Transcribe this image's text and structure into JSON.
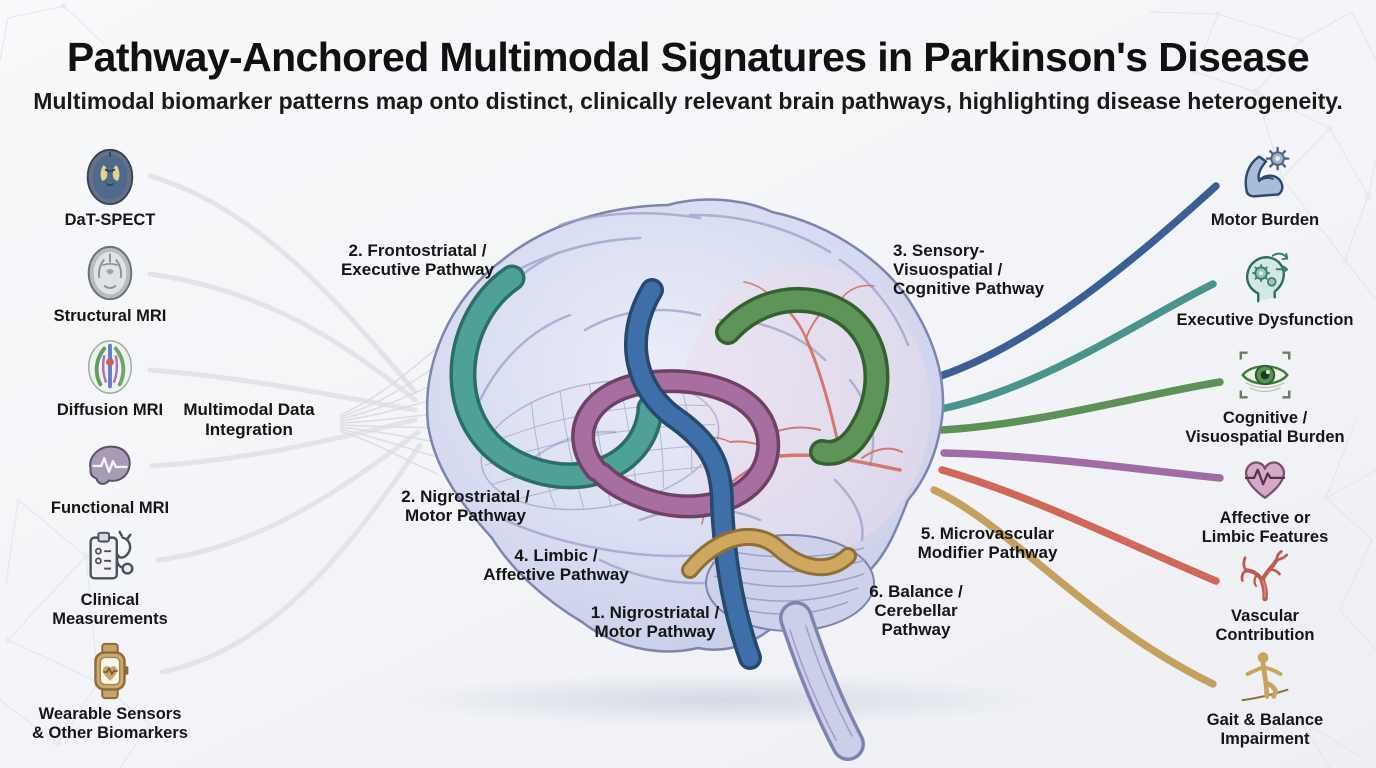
{
  "header": {
    "title": "Pathway-Anchored Multimodal Signatures in Parkinson's Disease",
    "subtitle": "Multimodal biomarker patterns map onto distinct, clinically relevant brain pathways, highlighting disease heterogeneity."
  },
  "center_label": "Multimodal Data\nIntegration",
  "modalities": [
    {
      "label": "DaT-SPECT",
      "icon": "dat-spect-scan-icon"
    },
    {
      "label": "Structural MRI",
      "icon": "structural-mri-scan-icon"
    },
    {
      "label": "Diffusion MRI",
      "icon": "diffusion-mri-tracts-icon"
    },
    {
      "label": "Functional MRI",
      "icon": "functional-mri-brain-icon"
    },
    {
      "label": "Clinical\nMeasurements",
      "icon": "clipboard-stethoscope-icon"
    },
    {
      "label": "Wearable Sensors\n& Other Biomarkers",
      "icon": "smartwatch-heart-icon"
    }
  ],
  "pathway_labels": [
    {
      "label": "2. Frontostriatal /\nExecutive Pathway",
      "color": "#4da199"
    },
    {
      "label": "3. Sensory-\nVisuospatial /\nCognitive Pathway",
      "color": "#5d9457"
    },
    {
      "label": "2. Nigrostriatal /\nMotor Pathway",
      "color": "#3f6fa8"
    },
    {
      "label": "4. Limbic /\nAffective Pathway",
      "color": "#a76fa0"
    },
    {
      "label": "1. Nigrostriatal /\nMotor Pathway",
      "color": "#3f6fa8"
    },
    {
      "label": "5. Microvascular\nModifier Pathway",
      "color": "#d0685a"
    },
    {
      "label": "6. Balance /\nCerebellar\nPathway",
      "color": "#cfa860"
    }
  ],
  "outcomes": [
    {
      "label": "Motor Burden",
      "color": "#3a5f94",
      "icon": "biceps-gear-icon"
    },
    {
      "label": "Executive Dysfunction",
      "color": "#4a948e",
      "icon": "head-gears-icon"
    },
    {
      "label": "Cognitive /\nVisuospatial Burden",
      "color": "#5d9157",
      "icon": "eye-focus-icon"
    },
    {
      "label": "Affective or\nLimbic Features",
      "color": "#a06ba6",
      "icon": "heart-ecg-icon"
    },
    {
      "label": "Vascular\nContribution",
      "color": "#d0685a",
      "icon": "blood-vessel-icon"
    },
    {
      "label": "Gait & Balance\nImpairment",
      "color": "#c5a05e",
      "icon": "balance-person-icon"
    }
  ],
  "colors": {
    "background": "#f4f5f7",
    "connector_gray": "#e3e4e8",
    "brain_fill": "#ced3ea",
    "brain_outline": "#7d84ae"
  }
}
